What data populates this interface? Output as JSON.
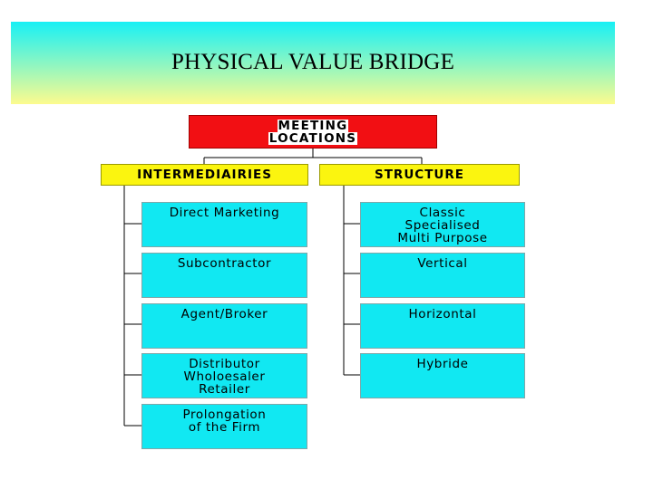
{
  "title": "PHYSICAL VALUE BRIDGE",
  "root": {
    "lines": [
      "MEETING",
      "LOCATIONS"
    ]
  },
  "branches": [
    {
      "header": "INTERMEDIAIRIES",
      "items": [
        {
          "lines": [
            "Direct Marketing"
          ]
        },
        {
          "lines": [
            "Subcontractor"
          ]
        },
        {
          "lines": [
            "Agent/Broker"
          ]
        },
        {
          "lines": [
            "Distributor",
            "Wholoesaler",
            "Retailer"
          ]
        },
        {
          "lines": [
            "Prolongation",
            "of the Firm"
          ]
        }
      ]
    },
    {
      "header": "STRUCTURE",
      "items": [
        {
          "lines": [
            "Classic",
            "Specialised",
            "Multi Purpose"
          ]
        },
        {
          "lines": [
            "Vertical"
          ]
        },
        {
          "lines": [
            "Horizontal"
          ]
        },
        {
          "lines": [
            "Hybride"
          ]
        }
      ]
    }
  ],
  "colors": {
    "root_fill": "#f20f13",
    "header_fill": "#fbf50f",
    "item_fill": "#11e8f2",
    "title_gradient_top": "#17f0f5",
    "title_gradient_bottom": "#fdfb8e"
  }
}
